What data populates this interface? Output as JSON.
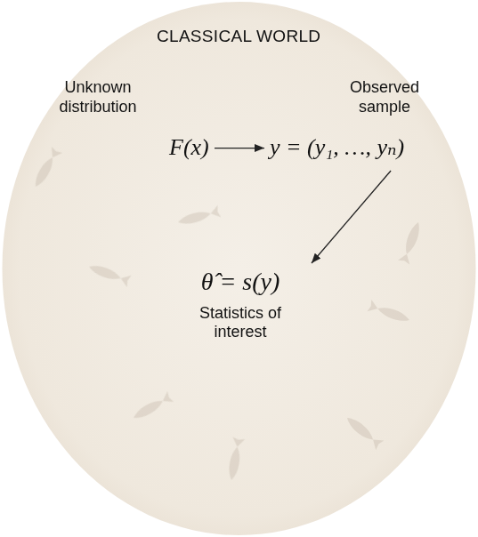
{
  "diagram": {
    "nodes": [
      {
        "text": [
          "CLASSICAL WORLD"
        ]
      },
      {
        "text": [
          "Unknown distribution",
          "F(x)"
        ],
        "in": 0
      },
      {
        "text": [
          "Observed sample",
          "y = (y₁, …, yₙ)"
        ],
        "in": 0
      },
      {
        "text": [
          "θ̂ = s(y)",
          "Statistics of interest"
        ],
        "in": 0
      }
    ],
    "edges": [
      {
        "from": 1,
        "to": 2,
        "arrow": "to"
      },
      {
        "from": 2,
        "to": 3,
        "arrow": "to"
      }
    ]
  }
}
